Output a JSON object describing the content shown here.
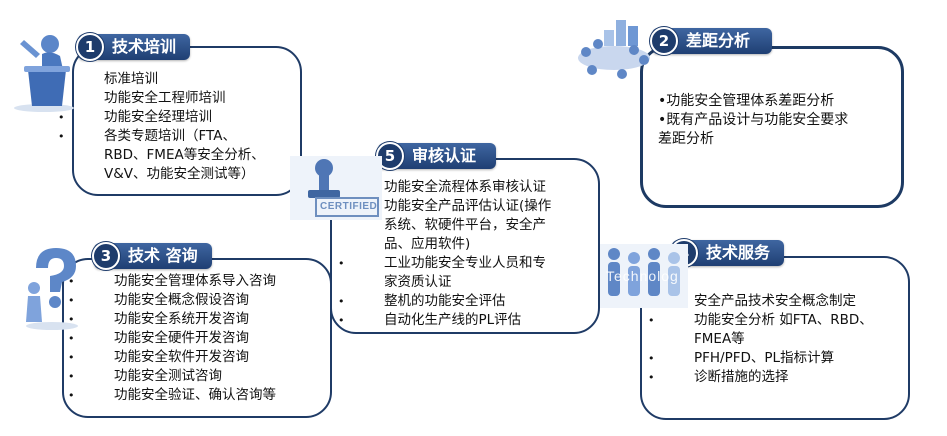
{
  "colors": {
    "accent": "#1f3f73",
    "border": "#1f3b66",
    "header_light": "#3f66a1"
  },
  "sections": [
    {
      "num": "1",
      "title": "技术培训",
      "items": [
        "标准培训",
        "功能安全工程师培训",
        "功能安全经理培训",
        "各类专题培训（FTA、",
        "RBD、FMEA等安全分析、",
        "V&V、功能安全测试等）"
      ]
    },
    {
      "num": "2",
      "title": "差距分析",
      "items": [
        "•功能安全管理体系差距分析",
        "•既有产品设计与功能安全要求",
        "差距分析"
      ]
    },
    {
      "num": "3",
      "title": "技术 咨询",
      "items": [
        "功能安全管理体系导入咨询",
        "功能安全概念假设咨询",
        "功能安全系统开发咨询",
        "功能安全硬件开发咨询",
        "功能安全软件开发咨询",
        "功能安全测试咨询",
        "功能安全验证、确认咨询等"
      ]
    },
    {
      "num": "4",
      "title": "技术服务",
      "items": [
        "安全产品技术安全概念制定",
        "功能安全分析 如FTA、RBD、",
        "FMEA等",
        "PFH/PFD、PL指标计算",
        "诊断措施的选择"
      ]
    },
    {
      "num": "5",
      "title": "审核认证",
      "items": [
        "功能安全流程体系审核认证",
        "功能安全产品评估认证(操作",
        "系统、软硬件平台，安全产",
        "品、应用软件)",
        "工业功能安全专业人员和专",
        "家资质认证",
        "整机的功能安全评估",
        "自动化生产线的PL评估"
      ]
    }
  ],
  "icons": [
    "speaker-podium-icon",
    "meeting-table-icon",
    "question-mark-person-icon",
    "technology-people-icon",
    "certified-stamp-icon"
  ],
  "stamp_text": "CERTIFIED",
  "tech_text": "Technolog"
}
